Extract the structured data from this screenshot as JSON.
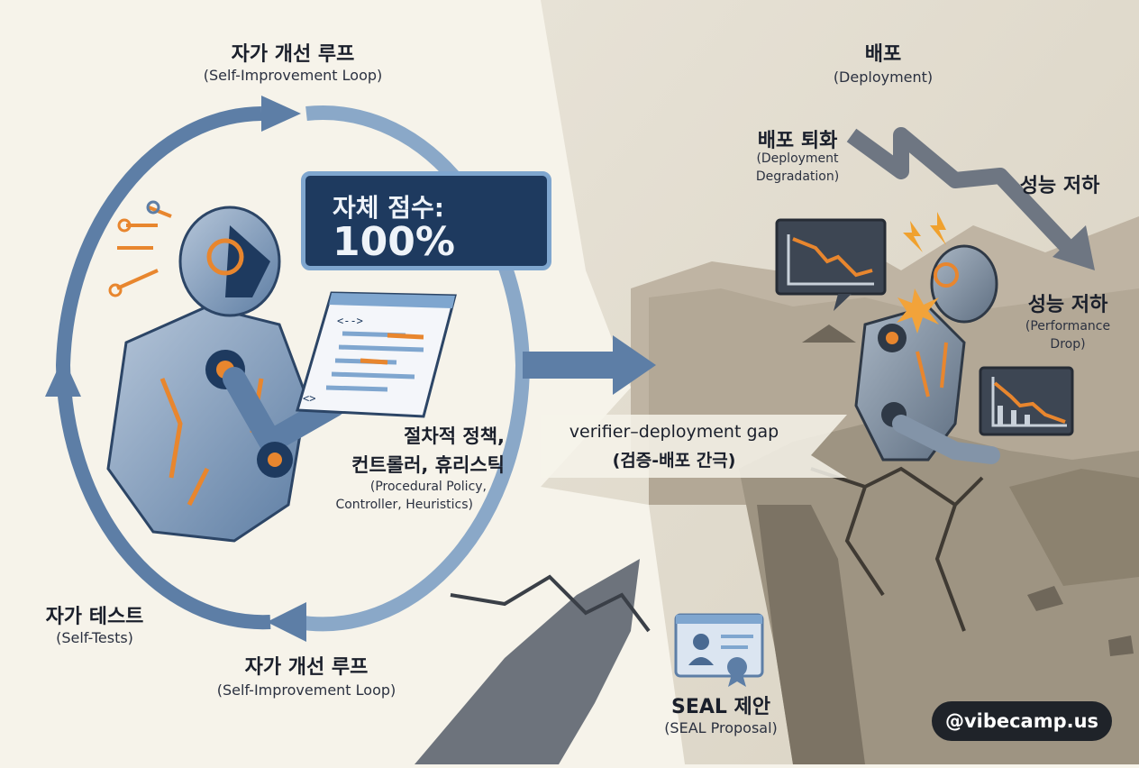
{
  "loop_top": {
    "ko": "자가 개선 루프",
    "en": "(Self-Improvement Loop)"
  },
  "loop_bottom": {
    "ko": "자가 개선 루프",
    "en": "(Self-Improvement Loop)"
  },
  "self_tests": {
    "ko": "자가 테스트",
    "en": "(Self-Tests)"
  },
  "score": {
    "label": "자체 점수:",
    "value": "100%"
  },
  "policy": {
    "ko_line1": "절차적 정책,",
    "ko_line2": "컨트롤러, 휴리스틱",
    "en_line1": "(Procedural Policy,",
    "en_line2": "Controller, Heuristics)"
  },
  "gap": {
    "en": "verifier–deployment gap",
    "ko": "(검증-배포 간극)"
  },
  "deployment": {
    "ko": "배포",
    "en": "(Deployment)"
  },
  "degradation": {
    "ko": "배포 퇴화",
    "en_line1": "(Deployment",
    "en_line2": "Degradation)"
  },
  "perf_drop_top": {
    "ko": "성능 저하"
  },
  "perf_drop": {
    "ko": "성능 저하",
    "en_line1": "(Performance",
    "en_line2": "Drop)"
  },
  "seal": {
    "ko": "SEAL 제안",
    "en": "(SEAL Proposal)"
  },
  "code_panel": {
    "line1": "<-->",
    "line2": "<>"
  },
  "handle": "@vibecamp.us",
  "colors": {
    "navy": "#1e3a5f",
    "loop_blue": "#5d7ea6",
    "orange": "#e8862e",
    "rock": "#a39a8a"
  }
}
